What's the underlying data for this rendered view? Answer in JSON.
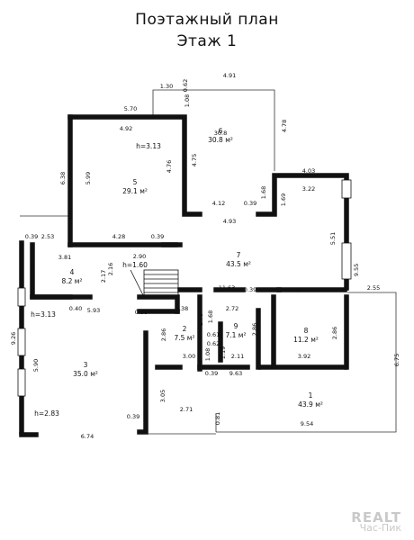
{
  "title_line1": "Поэтажный план",
  "title_line2": "Этаж 1",
  "watermark": {
    "brand": "REALT",
    "sub": "Час-Пик"
  },
  "rooms": [
    {
      "id": "room-1",
      "number": "1",
      "area": "43.9 м²"
    },
    {
      "id": "room-2",
      "number": "2",
      "area": "7.5 м²"
    },
    {
      "id": "room-3",
      "number": "3",
      "area": "35.0 м²"
    },
    {
      "id": "room-4",
      "number": "4",
      "area": "8.2 м²"
    },
    {
      "id": "room-5",
      "number": "5",
      "area": "29.1 м²"
    },
    {
      "id": "room-6",
      "number": "6",
      "area": "30.8 м²"
    },
    {
      "id": "room-7",
      "number": "7",
      "area": "43.5 м²"
    },
    {
      "id": "room-8",
      "number": "8",
      "area": "11.2 м²"
    },
    {
      "id": "room-9",
      "number": "9",
      "area": "7.1 м²"
    }
  ],
  "heights": [
    "h=3.13",
    "h=1.60",
    "h=3.13",
    "h=2.83"
  ],
  "dimensions": [
    "4.91",
    "1.30",
    "0.62",
    "5.70",
    "1.08",
    "4.78",
    "4.92",
    "30.8",
    "6.38",
    "5.99",
    "4.76",
    "4.75",
    "4.03",
    "3.22",
    "4.12",
    "0.39",
    "1.68",
    "1.69",
    "4.93",
    "0.39",
    "2.53",
    "4.28",
    "0.39",
    "5.51",
    "9.55",
    "3.81",
    "2.90",
    "2.16",
    "2.17",
    "2.16",
    "0.39",
    "11.63",
    "0.39",
    "0.39",
    "2.55",
    "0.40",
    "5.93",
    "0.39",
    "2.38",
    "2.72",
    "1.68",
    "1.79",
    "2.86",
    "9.26",
    "2.86",
    "0.61",
    "0.62",
    "2.86",
    "5.90",
    "3.00",
    "1.08",
    "1.19",
    "2.11",
    "3.92",
    "0.39",
    "9.63",
    "6.75",
    "3.05",
    "0.39",
    "2.71",
    "0.81",
    "9.54",
    "6.74"
  ]
}
